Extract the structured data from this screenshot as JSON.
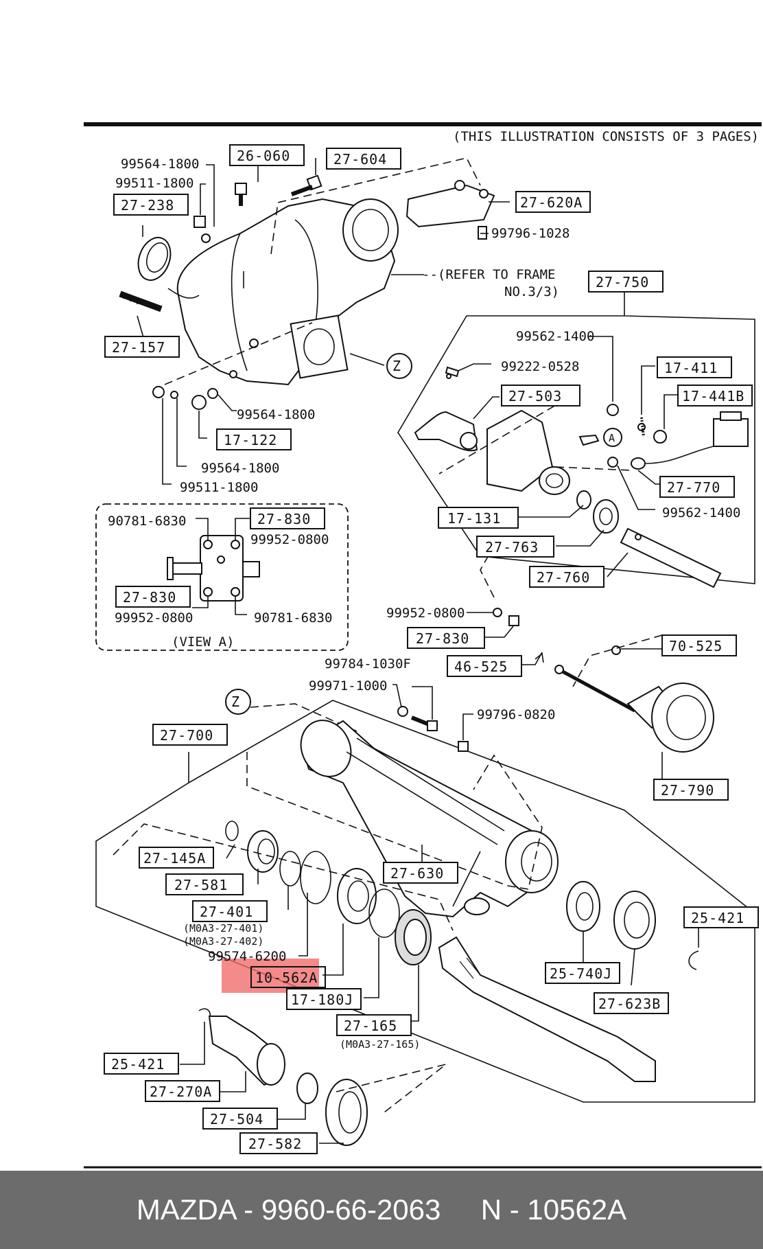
{
  "header_note": "(THIS ILLUSTRATION CONSISTS OF  3 PAGES)",
  "refer_note": "--(REFER TO FRAME",
  "refer_note2": "NO.3/3)",
  "view_label": "(VIEW A)",
  "callouts": {
    "z_top": "Z",
    "z_bottom": "Z",
    "a": "A"
  },
  "boxed_parts": {
    "p26060": "26-060",
    "p27604": "27-604",
    "p27238": "27-238",
    "p27620A": "27-620A",
    "p27750": "27-750",
    "p27157": "27-157",
    "p17411": "17-411",
    "p27503": "27-503",
    "p17441B": "17-441B",
    "p17122": "17-122",
    "p27770": "27-770",
    "p27830a": "27-830",
    "p27830b": "27-830",
    "p17131": "17-131",
    "p27763": "27-763",
    "p27760": "27-760",
    "p27830c": "27-830",
    "p46525": "46-525",
    "p70525": "70-525",
    "p27700": "27-700",
    "p27790": "27-790",
    "p27145A": "27-145A",
    "p27581": "27-581",
    "p27630": "27-630",
    "p27401": "27-401",
    "p25421a": "25-421",
    "p10562A": "10-562A",
    "p17180J": "17-180J",
    "p25740J": "25-740J",
    "p27623B": "27-623B",
    "p27165": "27-165",
    "p25421b": "25-421",
    "p27270A": "27-270A",
    "p27504": "27-504",
    "p27582": "27-582"
  },
  "part_numbers": {
    "n1": "99564-1800",
    "n2": "99511-1800",
    "n3": "99796-1028",
    "n4": "99562-1400",
    "n5": "99222-0528",
    "n6": "99564-1800",
    "n7": "99564-1800",
    "n8": "99511-1800",
    "n9": "99562-1400",
    "n10": "90781-6830",
    "n11": "99952-0800",
    "n12": "99952-0800",
    "n13": "90781-6830",
    "n14": "99952-0800",
    "n15": "99784-1030F",
    "n16": "99971-1000",
    "n17": "99796-0820",
    "n18": "99574-6200"
  },
  "notes": {
    "m401a": "(M0A3-27-401)",
    "m401b": "(M0A3-27-402)",
    "m165": "(M0A3-27-165)"
  },
  "highlight_color": "#f06a6a",
  "footer": {
    "text": "MAZDA - 9960-66-2063     N - 10562A"
  }
}
